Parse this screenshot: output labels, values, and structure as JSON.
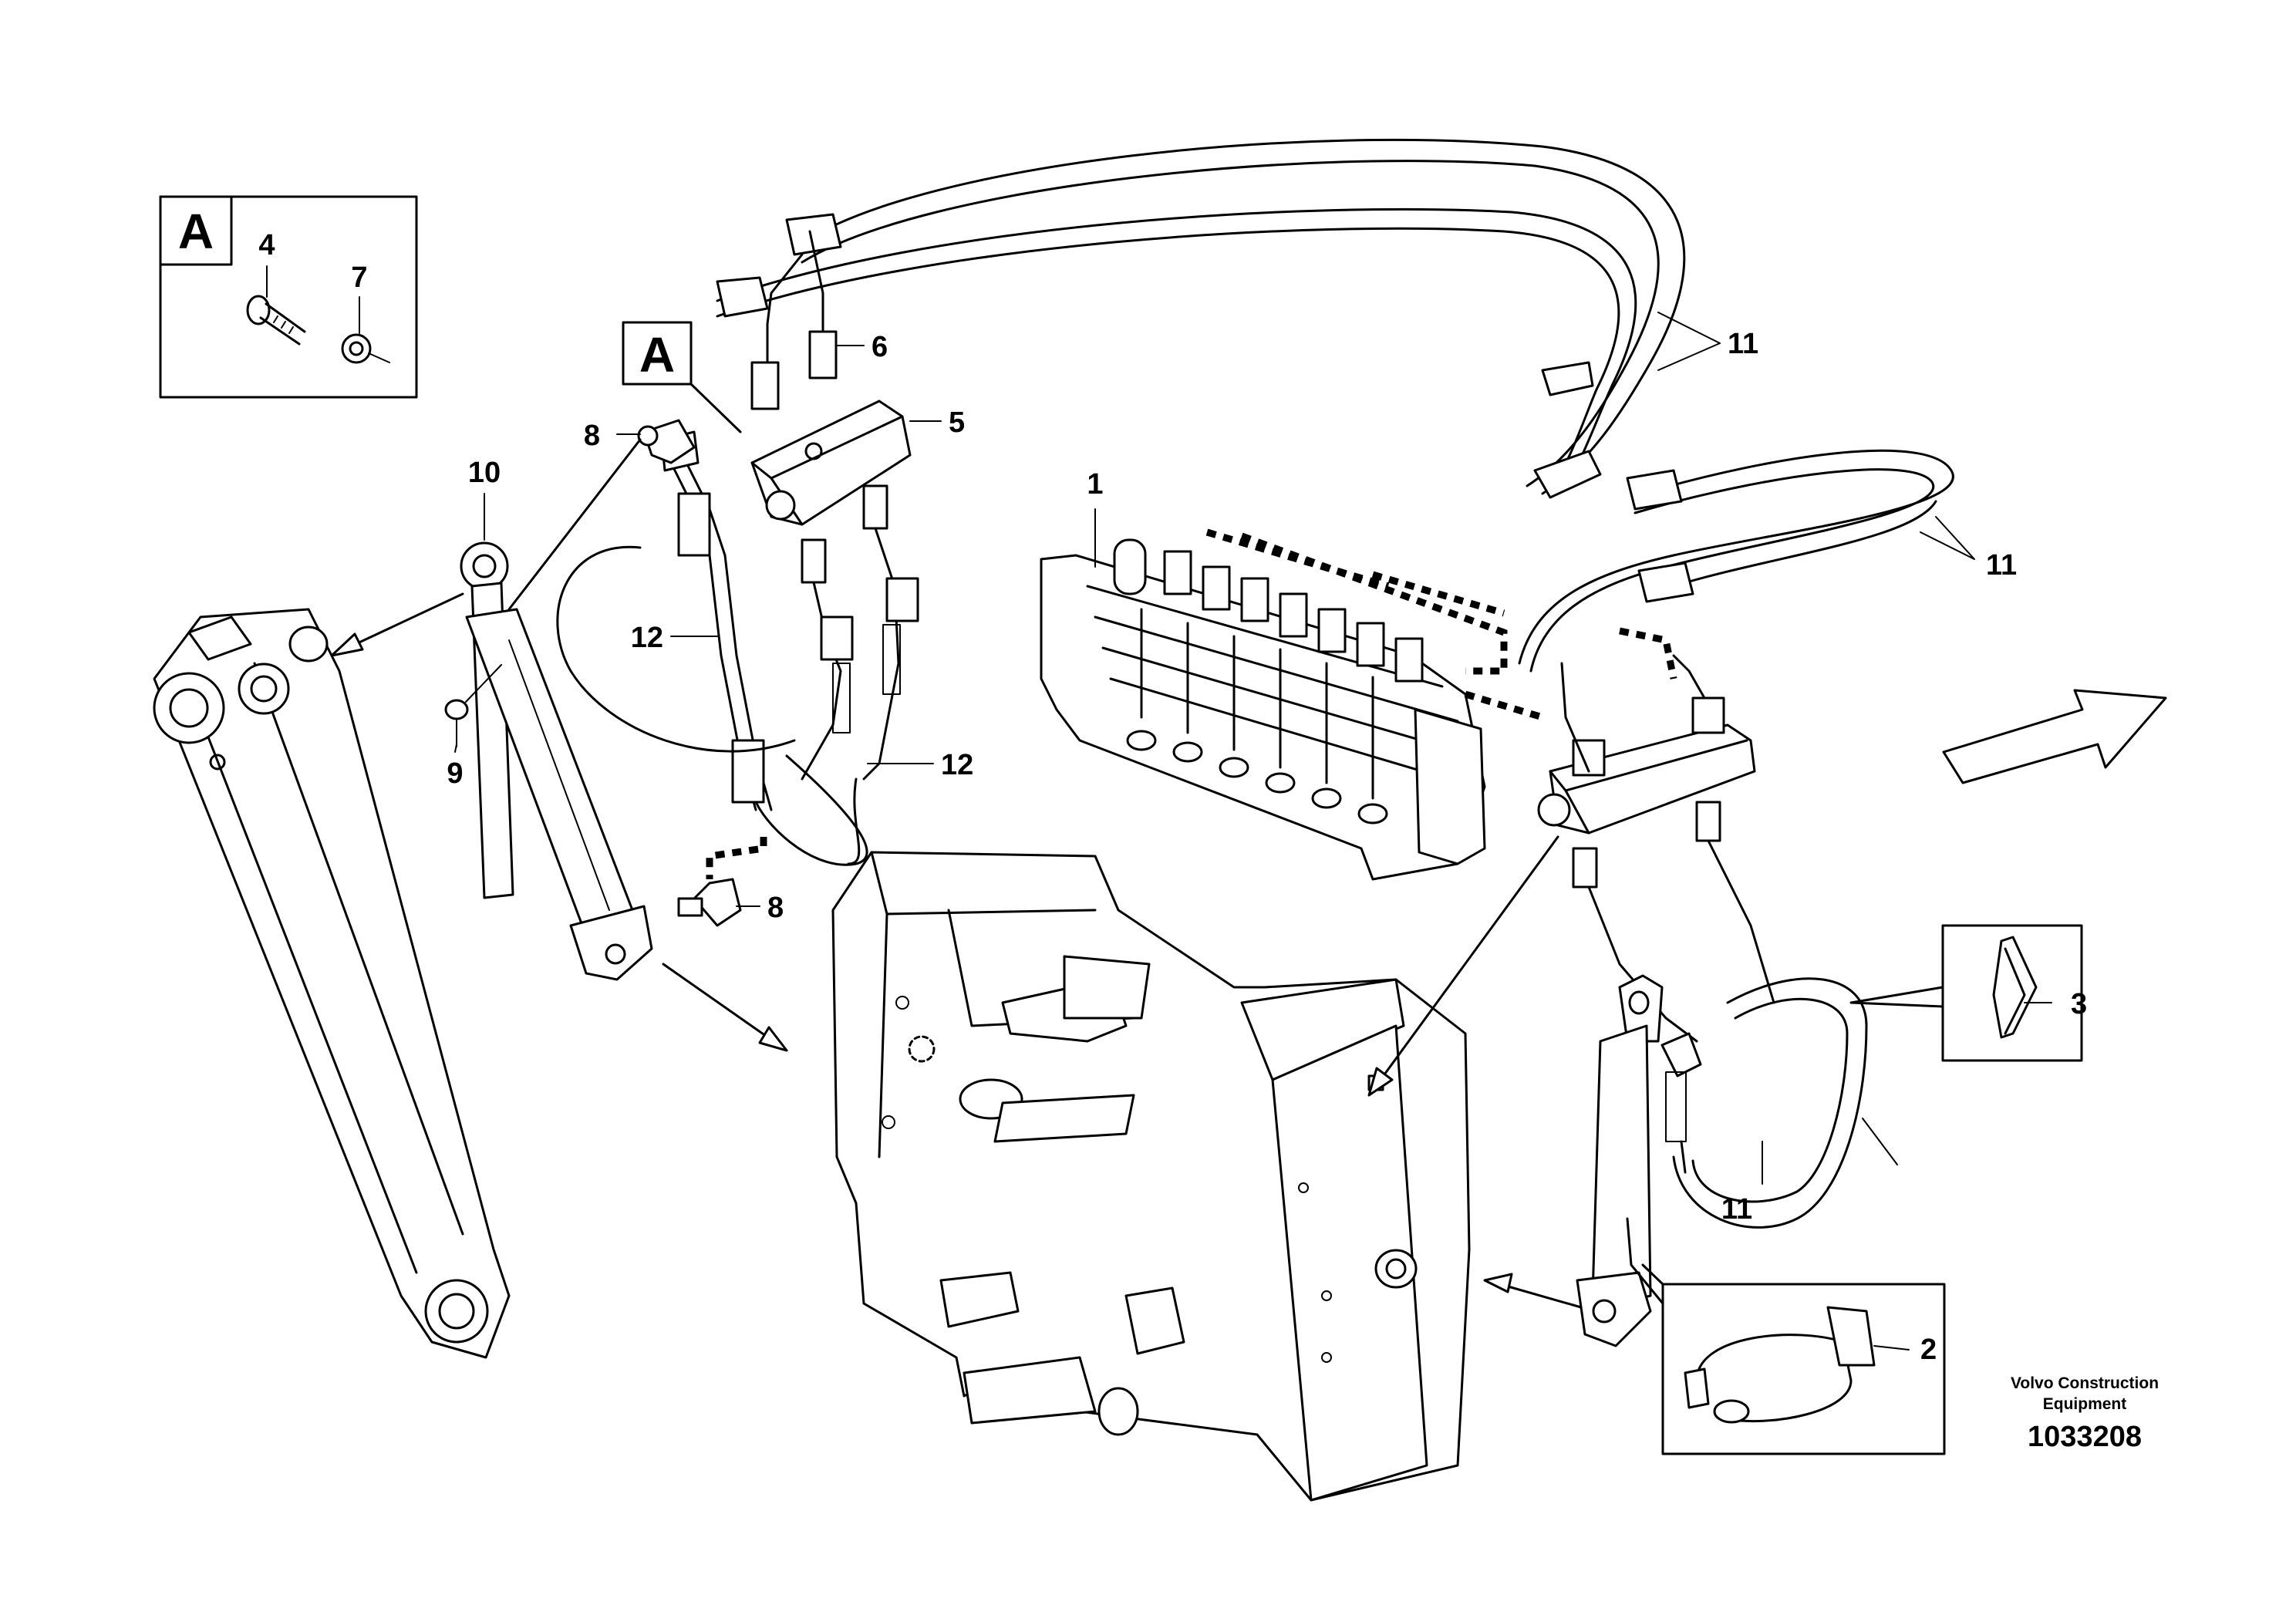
{
  "diagram": {
    "callouts": {
      "c1": "1",
      "c2": "2",
      "c3": "3",
      "c4": "4",
      "c5": "5",
      "c6": "6",
      "c7": "7",
      "c8a": "8",
      "c8b": "8",
      "c9": "9",
      "c10": "10",
      "c11a": "11",
      "c11b": "11",
      "c11c": "11",
      "c12a": "12",
      "c12b": "12"
    },
    "detail_labels": {
      "box_a": "A",
      "callout_a": "A"
    },
    "credit_line1": "Volvo Construction",
    "credit_line2": "Equipment",
    "doc_number": "1033208"
  }
}
